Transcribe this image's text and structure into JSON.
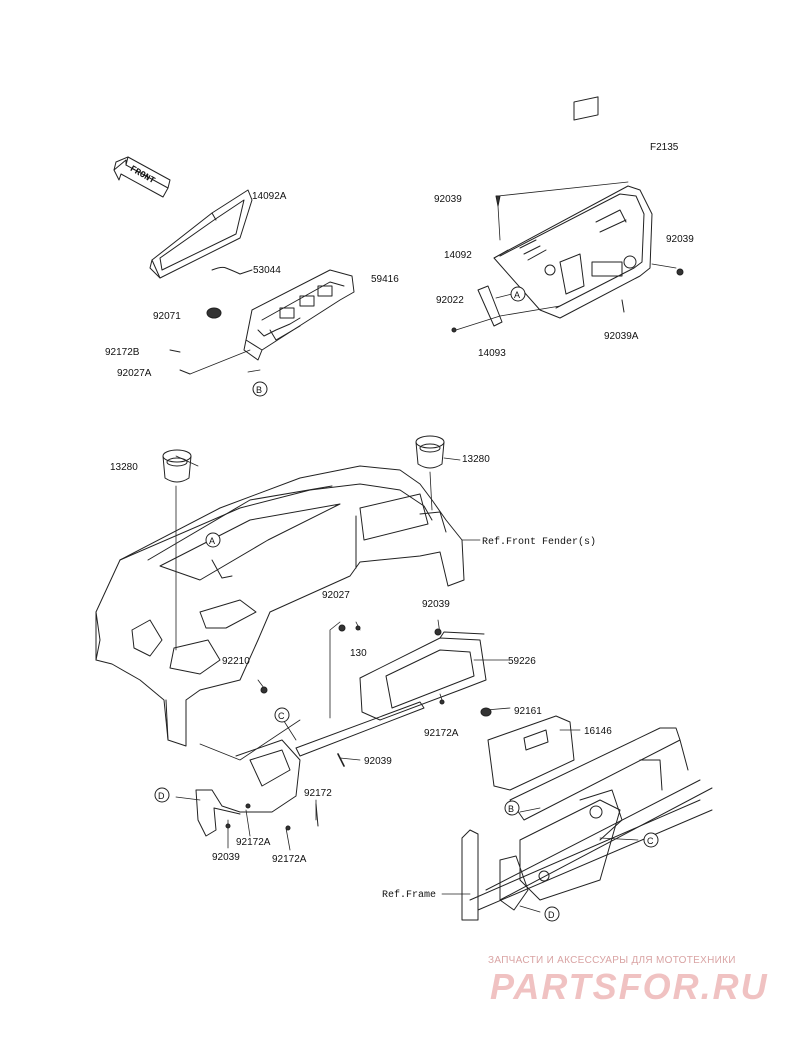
{
  "figure_code": "F2135",
  "front_arrow": "FRONT",
  "labels": {
    "p14092A": "14092A",
    "p53044": "53044",
    "p59416": "59416",
    "p92071": "92071",
    "p92172B": "92172B",
    "p92027A": "92027A",
    "p92039_top": "92039",
    "p14092": "14092",
    "p92039_right": "92039",
    "p92022": "92022",
    "p14093": "14093",
    "p92039A": "92039A",
    "p13280_left": "13280",
    "p13280_right": "13280",
    "ref_front_fender": "Ref.Front Fender(s)",
    "p92027": "92027",
    "p130": "130",
    "p92039_mid": "92039",
    "p59226": "59226",
    "p92210": "92210",
    "p92161": "92161",
    "p92172A_mid": "92172A",
    "p16146": "16146",
    "p92039_low": "92039",
    "p92172": "92172",
    "p92172A_a": "92172A",
    "p92172A_b": "92172A",
    "p92039_bottom": "92039",
    "ref_frame": "Ref.Frame"
  },
  "callouts": {
    "A1": "A",
    "A2": "A",
    "B1": "B",
    "B2": "B",
    "C1": "C",
    "C2": "C",
    "D1": "D",
    "D2": "D"
  },
  "watermark": {
    "tagline": "ЗАПЧАСТИ И АКСЕССУАРЫ ДЛЯ МОТОТЕХНИКИ",
    "logo": "PARTSFOR.RU"
  }
}
